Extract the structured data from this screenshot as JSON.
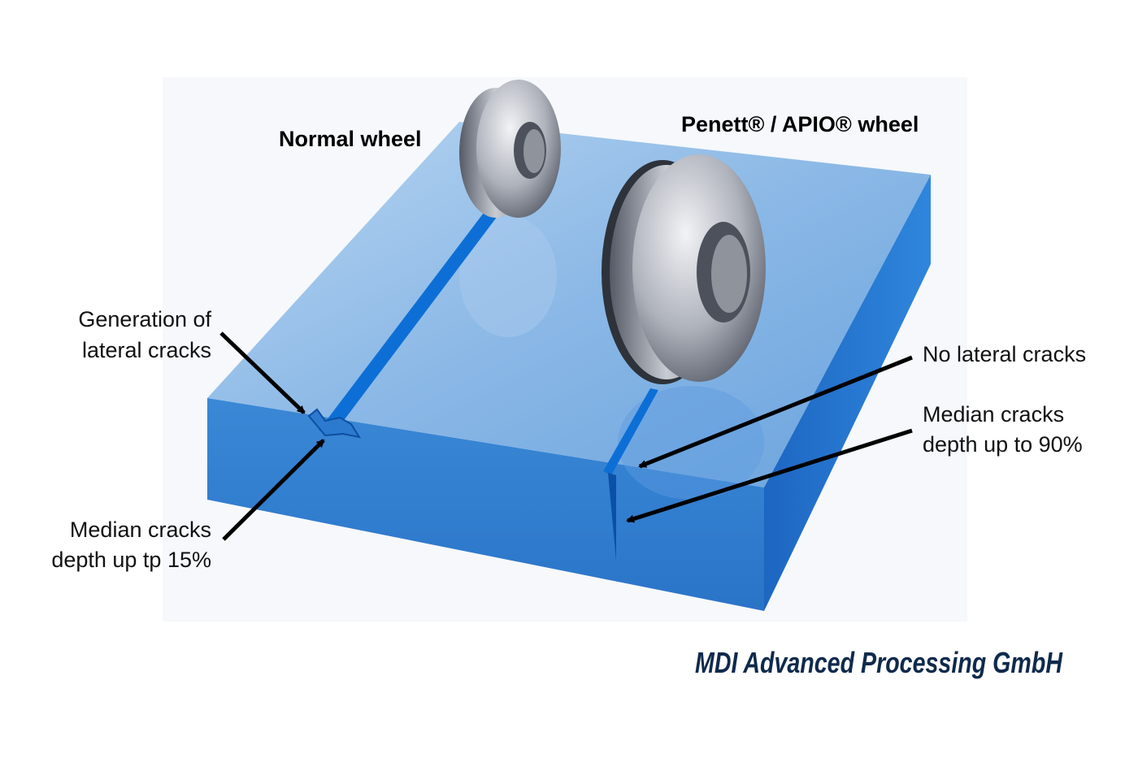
{
  "titles": {
    "normal_wheel": "Normal wheel",
    "penett_wheel": "Penett® / APIO® wheel"
  },
  "labels": {
    "lateral_gen_line1": "Generation of",
    "lateral_gen_line2": "lateral cracks",
    "median_left_line1": "Median cracks",
    "median_left_line2": "depth up tp 15%",
    "no_lateral": "No lateral cracks",
    "median_right_line1": "Median cracks",
    "median_right_line2": "depth up to 90%"
  },
  "logo": "MDI Advanced Processing GmbH",
  "colors": {
    "glass_top": "#7fb0e3",
    "glass_front": "#2f7fd0",
    "glass_side": "#1a62bf",
    "groove": "#0d6fd6",
    "logo": "#0e2a4c"
  }
}
